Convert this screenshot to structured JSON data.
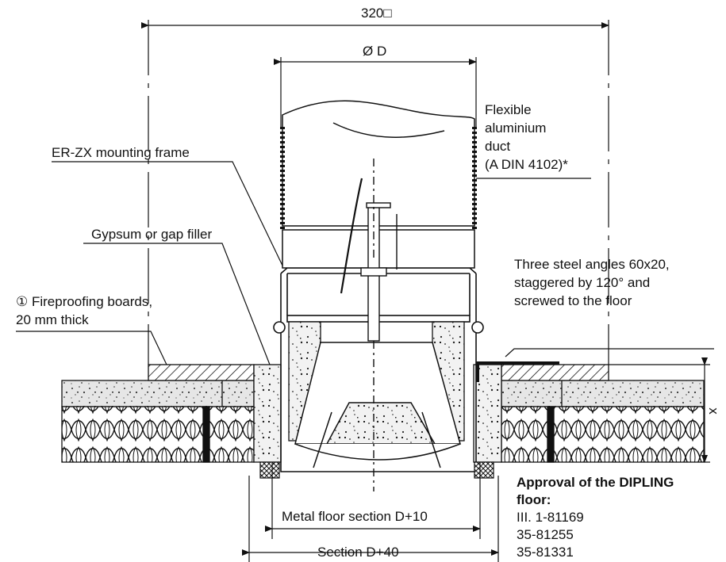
{
  "dimensions": {
    "overall": "320□",
    "diameter": "Ø D",
    "height": "x",
    "metal_floor_section": "Metal floor section D+10",
    "section": "Section D+40"
  },
  "labels": {
    "duct": [
      "Flexible",
      "aluminium",
      "duct",
      "(A DIN 4102)*"
    ],
    "frame": "ER-ZX mounting frame",
    "filler": "Gypsum or gap filler",
    "boards": [
      "① Fireproofing boards,",
      "20 mm thick"
    ],
    "angles": [
      "Three steel angles 60x20,",
      "staggered by 120° and",
      "screwed to the floor"
    ]
  },
  "approval": {
    "title": [
      "Approval of the DIPLING",
      "floor:"
    ],
    "numbers": [
      "III. 1-81169",
      "35-81255",
      "35-81331"
    ]
  },
  "colors": {
    "line": "#111111",
    "concrete": "#e6e6e6",
    "board": "#ffffff"
  }
}
